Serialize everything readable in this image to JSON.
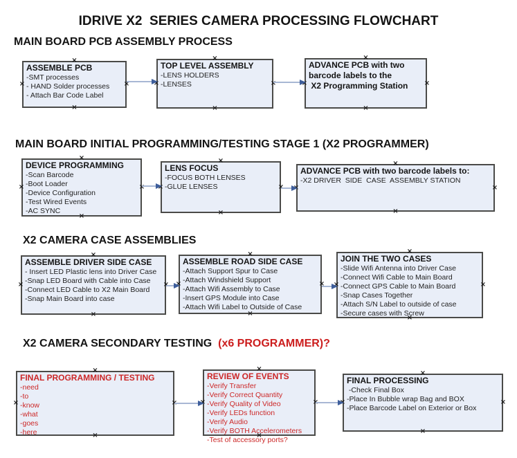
{
  "title": "IDRIVE X2  SERIES CAMERA PROCESSING FLOWCHART",
  "colors": {
    "box_fill": "#e9eef8",
    "box_border": "#4a4a48",
    "connector_line": "#a8b7d4",
    "connector_head": "#3e5e9b",
    "red_text": "#cc2727",
    "black_text": "#141414"
  },
  "sections": [
    {
      "header": "MAIN BOARD PCB ASSEMBLY PROCESS",
      "header_red_suffix": "",
      "boxes": [
        {
          "title": "ASSEMBLE PCB",
          "items": [
            "-SMT processes",
            "- HAND Solder processes",
            "- Attach Bar Code Label"
          ],
          "text_color": "black"
        },
        {
          "title": "TOP LEVEL ASSEMBLY",
          "items": [
            "-LENS HOLDERS",
            "-LENSES"
          ],
          "text_color": "black"
        },
        {
          "title": "ADVANCE PCB with two\nbarcode labels to the\n X2 Programming Station",
          "items": [],
          "text_color": "black"
        }
      ]
    },
    {
      "header": "MAIN BOARD INITIAL PROGRAMMING/TESTING STAGE 1 (X2 PROGRAMMER)",
      "header_red_suffix": "",
      "boxes": [
        {
          "title": "DEVICE PROGRAMMING",
          "items": [
            "-Scan Barcode",
            "-Boot Loader",
            "-Device Configuration",
            "-Test Wired Events",
            "-AC SYNC"
          ],
          "text_color": "black"
        },
        {
          "title": "LENS FOCUS",
          "items": [
            "-FOCUS BOTH LENSES",
            "-GLUE LENSES"
          ],
          "text_color": "black"
        },
        {
          "title": "ADVANCE PCB with two barcode labels to:",
          "items": [
            "-X2 DRIVER  SIDE  CASE  ASSEMBLY STATION"
          ],
          "text_color": "black"
        }
      ]
    },
    {
      "header": "X2 CAMERA CASE ASSEMBLIES",
      "header_red_suffix": "",
      "boxes": [
        {
          "title": "ASSEMBLE DRIVER SIDE CASE",
          "items": [
            "- Insert LED Plastic lens into Driver Case",
            "-Snap LED Board with Cable into Case",
            "-Connect LED Cable to X2 Main Board",
            "-Snap Main Board into case"
          ],
          "text_color": "black"
        },
        {
          "title": "ASSEMBLE ROAD SIDE CASE",
          "items": [
            "-Attach Support Spur to Case",
            "-Attach Windshield Support",
            "-Attach Wifi Assembly to Case",
            "-Insert GPS Module into Case",
            "-Attach Wifi Label to Outside of Case"
          ],
          "text_color": "black"
        },
        {
          "title": "JOIN THE TWO CASES",
          "items": [
            "-Slide Wifi Antenna into Driver Case",
            "-Connect Wifi Cable to Main Board",
            "-Connect GPS Cable to Main Board",
            "-Snap Cases Together",
            "-Attach S/N Label to outside of case",
            "-Secure cases with Screw"
          ],
          "text_color": "black"
        }
      ]
    },
    {
      "header": "X2 CAMERA SECONDARY TESTING  ",
      "header_red_suffix": "(x6 PROGRAMMER)?",
      "boxes": [
        {
          "title": "FINAL PROGRAMMING / TESTING",
          "items": [
            "-need",
            "-to",
            "-know",
            "-what",
            "-goes",
            "-here"
          ],
          "text_color": "red"
        },
        {
          "title": "REVIEW OF EVENTS",
          "items": [
            "-Verify Transfer",
            "-Verify Correct Quantity",
            "-Verify Quality of Video",
            "-Verify LEDs function",
            "-Verify Audio",
            "-Verify BOTH Accelerometers",
            "-Test of accessory ports?"
          ],
          "text_color": "red"
        },
        {
          "title": "FINAL PROCESSING",
          "items": [
            " -Check Final Box",
            "-Place In Bubble wrap Bag and BOX",
            "-Place Barcode Label on Exterior or Box"
          ],
          "text_color": "black"
        }
      ]
    }
  ]
}
